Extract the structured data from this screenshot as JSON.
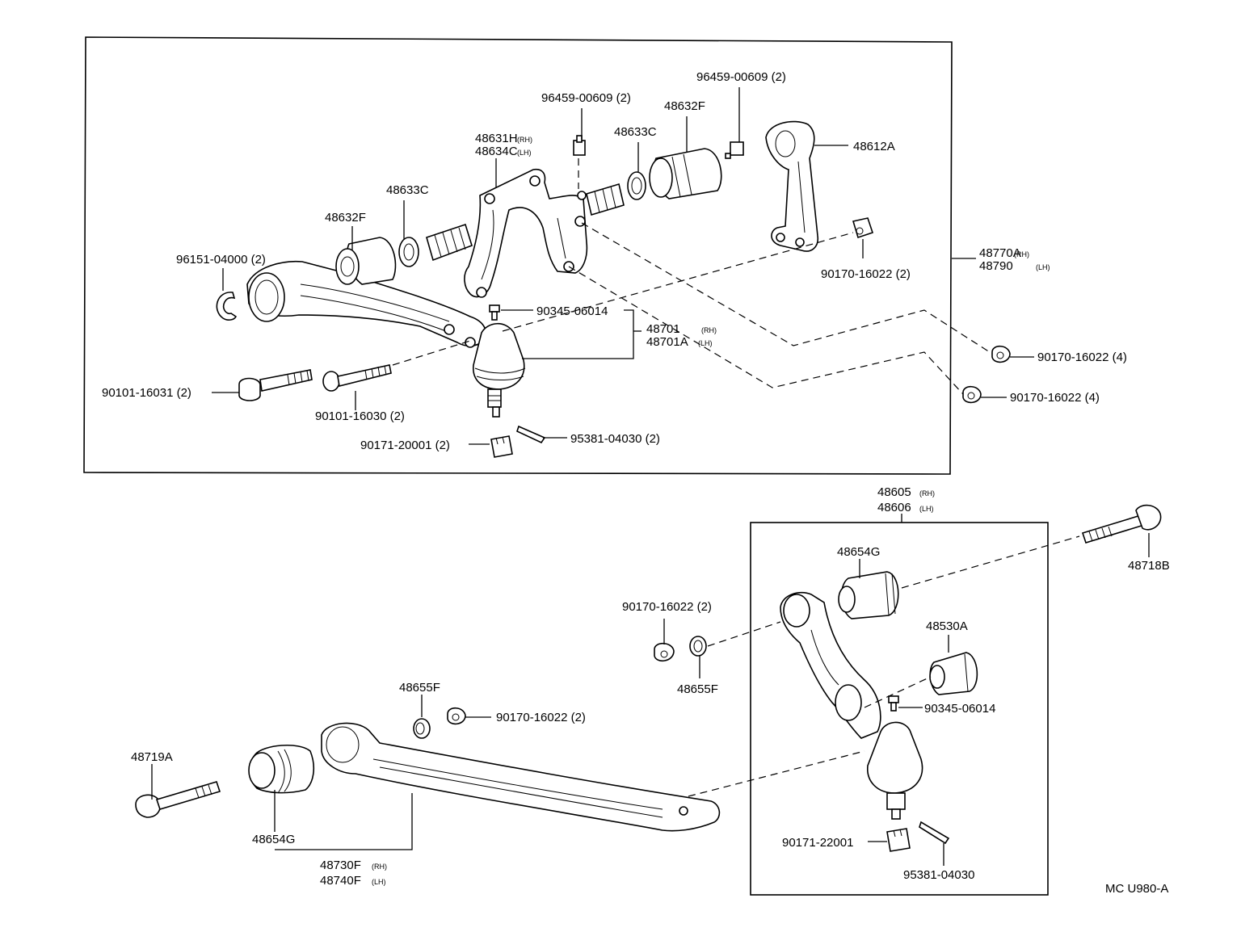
{
  "diagram_code": "MC U980-A",
  "upper_group": {
    "labels": {
      "p96459a": "96459-00609 (2)",
      "p96459b": "96459-00609 (2)",
      "p48632F_top": "48632F",
      "p48633C_top": "48633C",
      "p48631H": "48631H",
      "p48631H_side": "(RH)",
      "p48634C": "48634C",
      "p48634C_side": "(LH)",
      "p48612A": "48612A",
      "p48633C_left": "48633C",
      "p48632F_left": "48632F",
      "p96151": "96151-04000 (2)",
      "p48770A": "48770A",
      "p48770A_side": "(RH)",
      "p48790": "48790",
      "p48790_side": "(LH)",
      "p90170_2": "90170-16022 (2)",
      "p90345": "90345-06014",
      "p48701": "48701",
      "p48701_side": "(RH)",
      "p48701A": "48701A",
      "p48701A_side": "(LH)",
      "p90170_4a": "90170-16022 (4)",
      "p90170_4b": "90170-16022 (4)",
      "p90101_31": "90101-16031 (2)",
      "p90101_30": "90101-16030 (2)",
      "p95381": "95381-04030 (2)",
      "p90171": "90171-20001 (2)"
    }
  },
  "lower_group": {
    "labels": {
      "p48605": "48605",
      "p48605_side": "(RH)",
      "p48606": "48606",
      "p48606_side": "(LH)",
      "p48654G_top": "48654G",
      "p48718B": "48718B",
      "p90170_2": "90170-16022 (2)",
      "p48530A": "48530A",
      "p48655F_right": "48655F",
      "p90345": "90345-06014",
      "p48655F_mid": "48655F",
      "p90170_2b": "90170-16022 (2)",
      "p48719A": "48719A",
      "p48654G_left": "48654G",
      "p48730F": "48730F",
      "p48730F_side": "(RH)",
      "p48740F": "48740F",
      "p48740F_side": "(LH)",
      "p90171": "90171-22001",
      "p95381": "95381-04030"
    }
  }
}
